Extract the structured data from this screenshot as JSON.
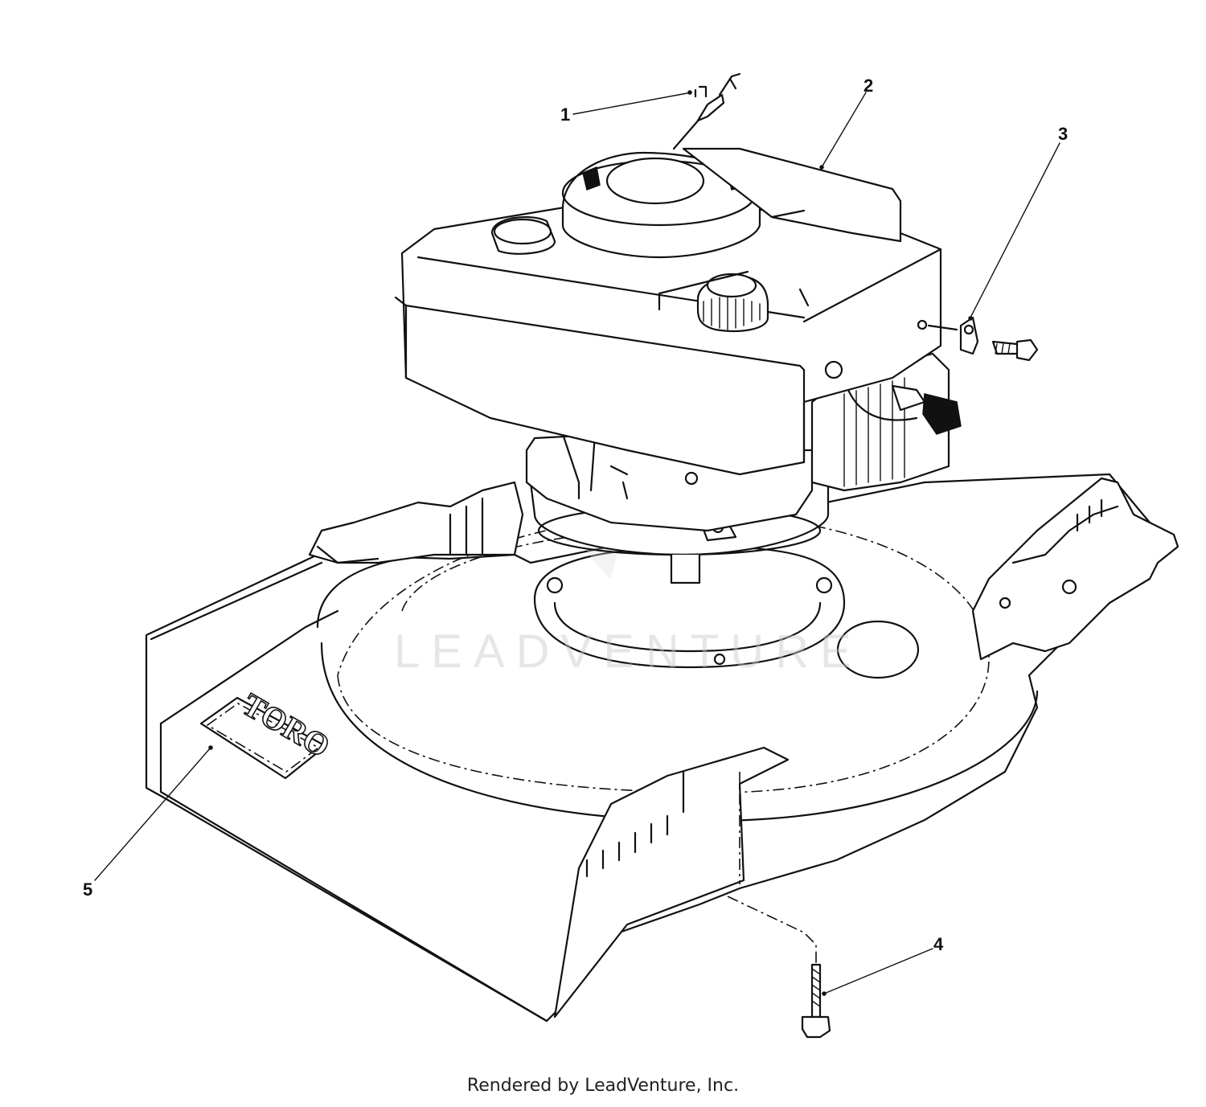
{
  "diagram": {
    "callouts": [
      {
        "id": "1",
        "label": "1"
      },
      {
        "id": "2",
        "label": "2"
      },
      {
        "id": "3",
        "label": "3"
      },
      {
        "id": "4",
        "label": "4"
      },
      {
        "id": "5",
        "label": "5"
      }
    ],
    "decal_text": "TORO",
    "watermark": "LEADVENTURE",
    "credit": "Rendered by LeadVenture, Inc."
  }
}
